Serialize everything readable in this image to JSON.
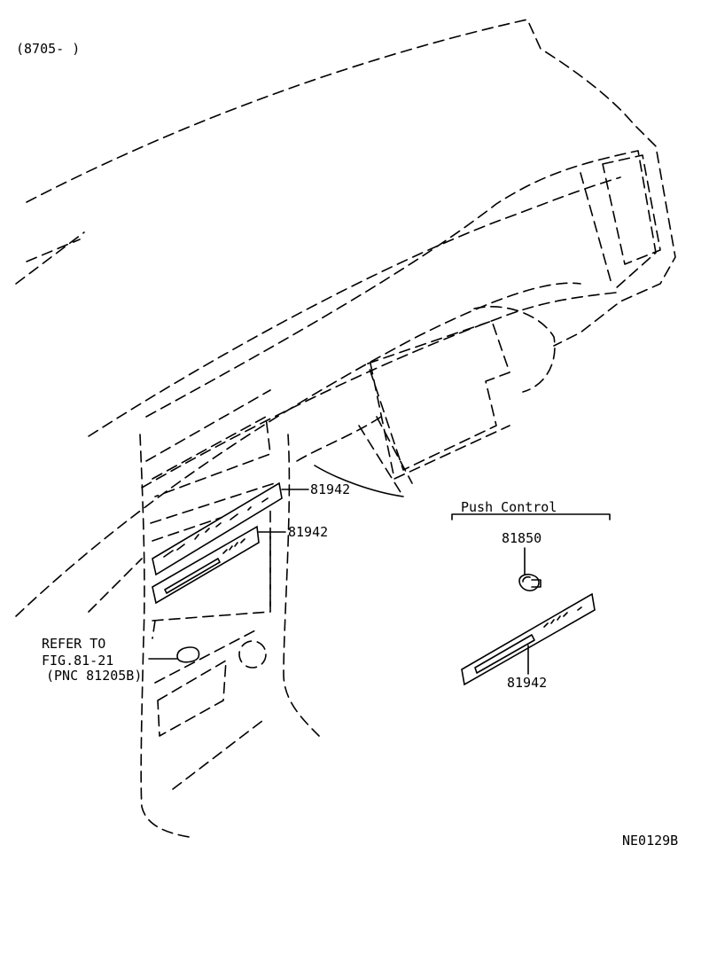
{
  "header": {
    "date_range": "(8705-      )"
  },
  "labels": {
    "upper_panel_part": "81942",
    "lower_panel_part": "81942",
    "push_control_title": "Push Control",
    "knob_part": "81850",
    "push_control_panel_part": "81942",
    "refer_line1": "REFER TO",
    "refer_line2": "FIG.81-21",
    "refer_line3": "(PNC 81205B)",
    "drawing_number": "NE0129B"
  }
}
